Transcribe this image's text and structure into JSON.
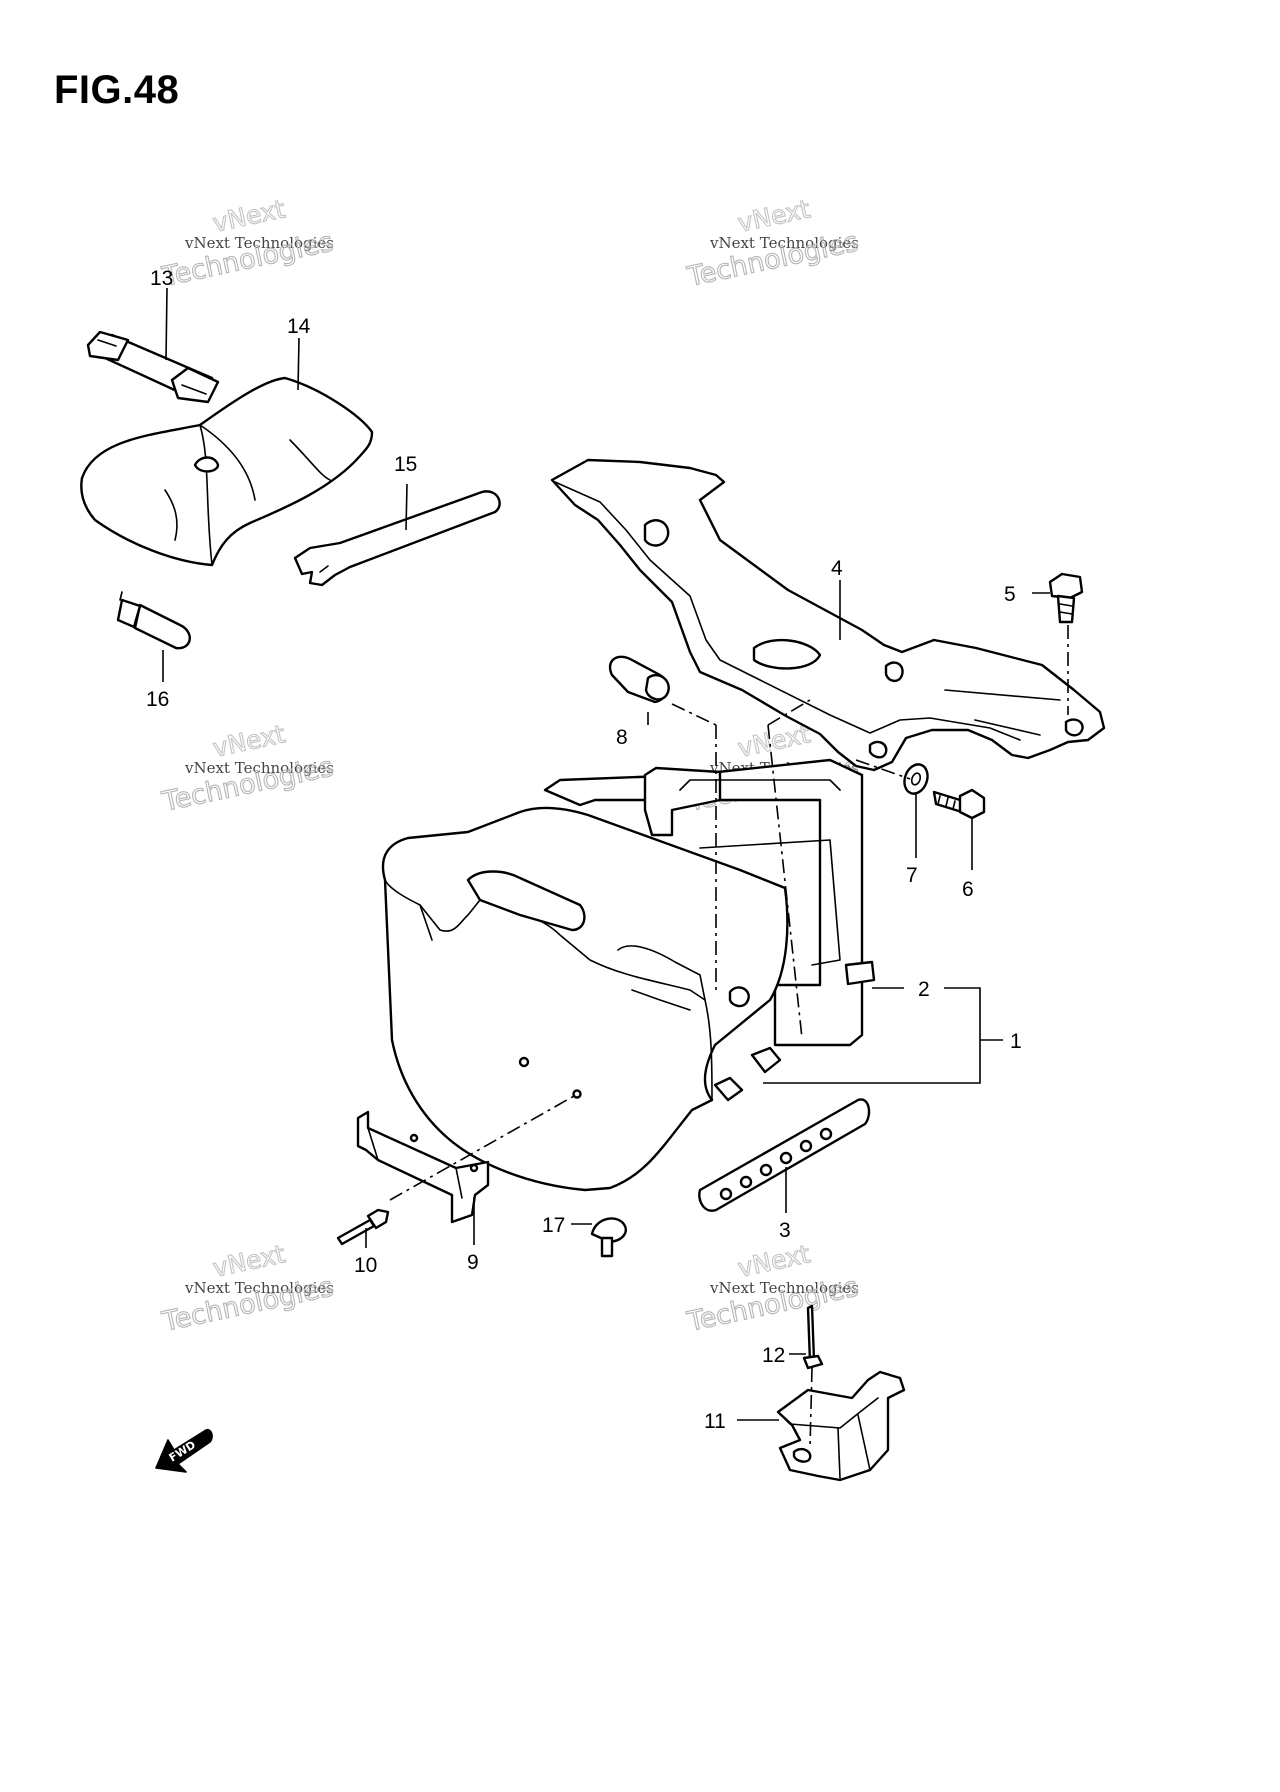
{
  "figure": {
    "title": "FIG.48"
  },
  "callouts": [
    "1",
    "2",
    "3",
    "4",
    "5",
    "6",
    "7",
    "8",
    "9",
    "10",
    "11",
    "12",
    "13",
    "14",
    "15",
    "16",
    "17"
  ],
  "watermark": {
    "line1": "vNext Technologies",
    "line2": "vNext",
    "line3": "Technologies"
  },
  "fwd_label": "FWD"
}
